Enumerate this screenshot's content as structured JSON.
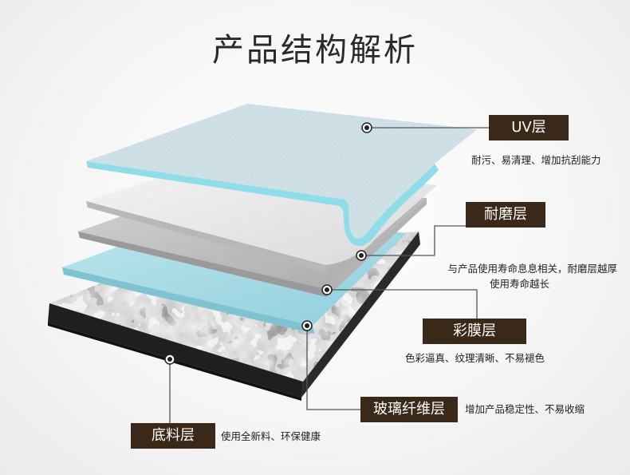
{
  "title": "产品结构解析",
  "layers": [
    {
      "key": "uv",
      "name": "UV层",
      "desc": [
        "耐污、易清理、增加抗刮能力"
      ]
    },
    {
      "key": "wear",
      "name": "耐磨层",
      "desc": [
        "与产品使用寿命息息相关，耐磨层越厚",
        "使用寿命越长"
      ]
    },
    {
      "key": "color",
      "name": "彩膜层",
      "desc": [
        "色彩逼真、纹理清晰、不易褪色"
      ]
    },
    {
      "key": "fiber",
      "name": "玻璃纤维层",
      "desc": [
        "增加产品稳定性、不易收缩"
      ]
    },
    {
      "key": "base",
      "name": "底料层",
      "desc": [
        "使用全新料、环保健康"
      ]
    }
  ],
  "colors": {
    "tag_bg": "#3a2818",
    "uv_top": "#dcecef",
    "uv_edge": "#8fdde8",
    "wear_top": "#ececec",
    "wear_edge": "#a8a8a8",
    "color_top": "#c2c2c2",
    "fiber_top": "#a9dbe6",
    "base_dark": "#3a3a3a"
  }
}
